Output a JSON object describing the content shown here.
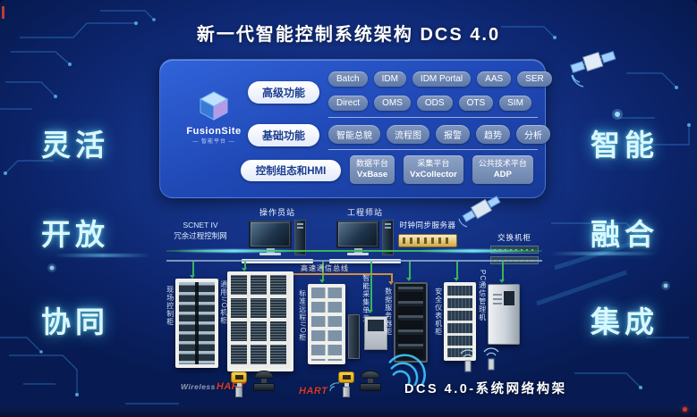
{
  "title": "新一代智能控制系统架构 DCS 4.0",
  "side": {
    "left": [
      "灵活",
      "开放",
      "协同"
    ],
    "right": [
      "智能",
      "融合",
      "集成"
    ]
  },
  "logo": {
    "name": "FusionSite",
    "tagline": "— 智能平台 —"
  },
  "panel": {
    "advanced_label": "高级功能",
    "adv_row1": [
      "Batch",
      "IDM",
      "IDM Portal",
      "AAS",
      "SER"
    ],
    "adv_row2": [
      "Direct",
      "OMS",
      "ODS",
      "OTS",
      "SIM"
    ],
    "basic_label": "基础功能",
    "basic_items": [
      "智能总貌",
      "流程图",
      "报警",
      "趋势",
      "分析"
    ],
    "control_label": "控制组态和HMI",
    "platforms": [
      {
        "name": "数据平台",
        "product": "VxBase"
      },
      {
        "name": "采集平台",
        "product": "VxCollector"
      },
      {
        "name": "公共技术平台",
        "product": "ADP"
      }
    ]
  },
  "network": {
    "net_name": "SCNET IV",
    "net_desc": "冗余过程控制网",
    "stations": [
      "操作员站",
      "工程师站"
    ],
    "clock_server": "时钟同步服务器",
    "switch_cabinet": "交换机柜",
    "bus_label": "高速通信总线",
    "cabinets": [
      "现场控制柜",
      "通用I/O机柜",
      "标准远程I/O柜",
      "智能采集单元",
      "数据服务器柜",
      "安全仪表机柜",
      "PC通信管理机"
    ],
    "wireless_brand": "Wireless",
    "hart_brand": "HART",
    "caption": "DCS 4.0-系统网络构架"
  },
  "colors": {
    "accent-cyan": "#7be4ff",
    "hart-red": "#d6382b",
    "line-green": "#38b55e",
    "bus-orange": "#cf8f3e",
    "panel-blue": "#2049b6"
  }
}
